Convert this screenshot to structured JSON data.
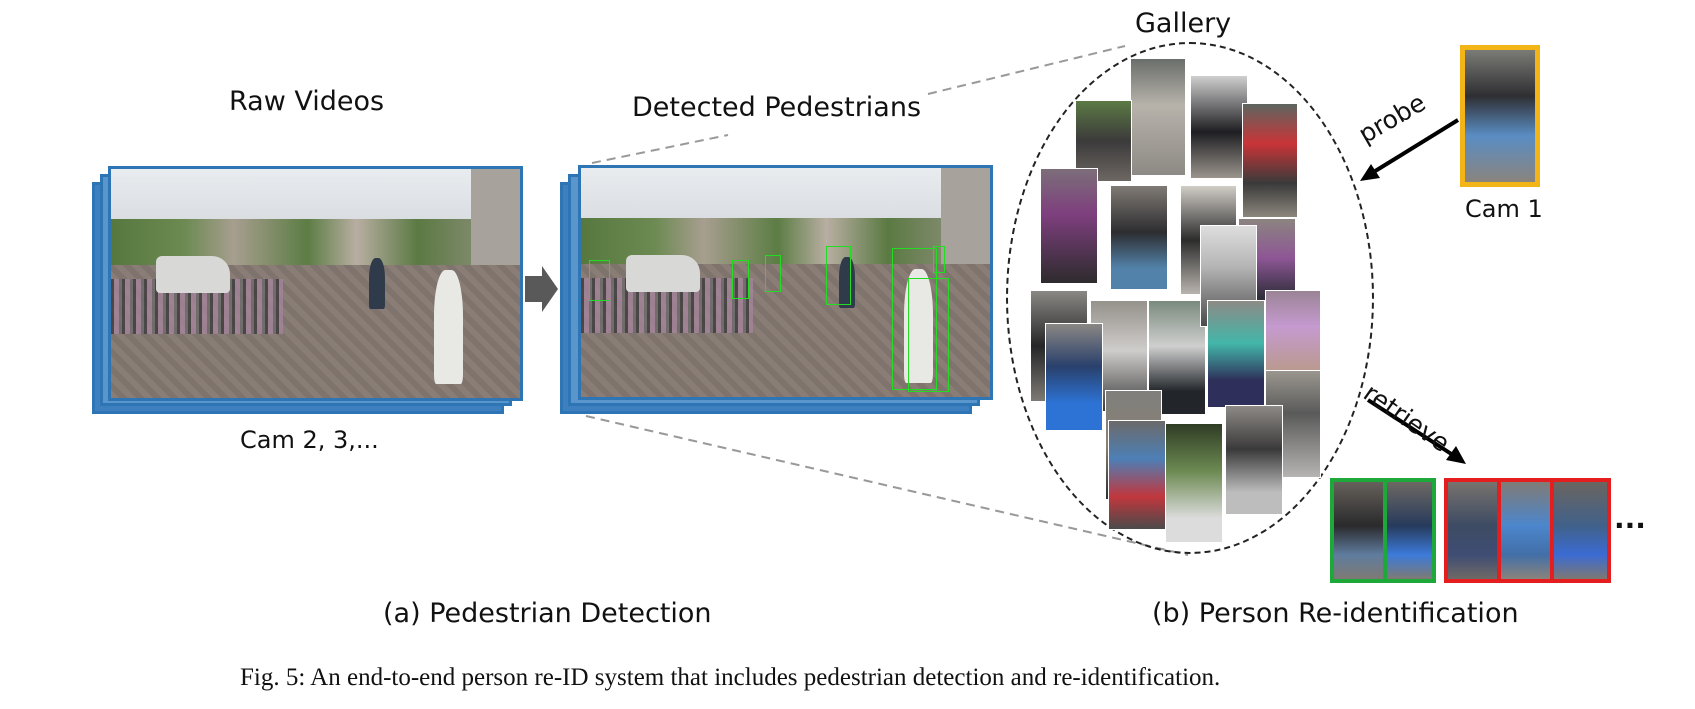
{
  "labels": {
    "raw_videos": "Raw Videos",
    "detected_pedestrians": "Detected Pedestrians",
    "gallery": "Gallery",
    "cams_other": "Cam 2, 3,...",
    "cam_probe": "Cam 1",
    "probe": "probe",
    "retrieve": "retrieve",
    "ellipsis": "...",
    "sub_a": "(a) Pedestrian Detection",
    "sub_b": "(b) Person Re-identification",
    "caption": "Fig. 5: An end-to-end person re-ID system that includes pedestrian detection and re-identification."
  },
  "colors": {
    "frame_border": "#2e75b6",
    "frame_stack": "#3d7fbf",
    "detection_box": "#22dd22",
    "probe_border": "#f2b417",
    "match_correct": "#1fa83a",
    "match_wrong": "#e41e1e",
    "connector": "#555555"
  },
  "retrieval_results": [
    {
      "match": "correct"
    },
    {
      "match": "correct"
    },
    {
      "match": "wrong"
    },
    {
      "match": "wrong"
    },
    {
      "match": "wrong"
    }
  ]
}
